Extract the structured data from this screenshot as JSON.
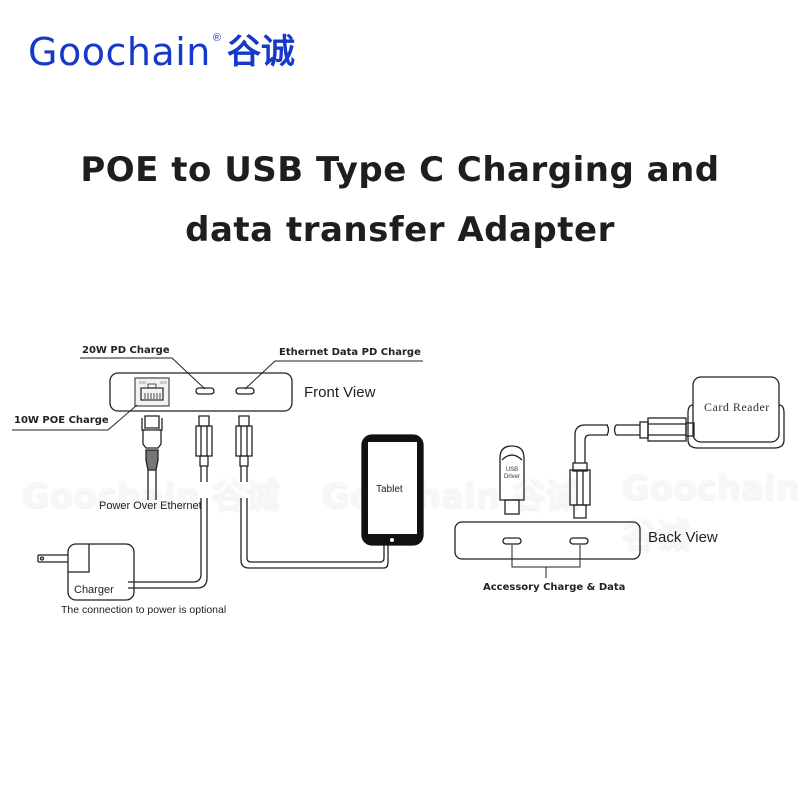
{
  "brand": {
    "name": "Goochain",
    "registered": "®",
    "chinese_name": "谷诚",
    "color": "#1639c9"
  },
  "title": {
    "line1": "POE to USB Type C Charging and",
    "line2": "data transfer Adapter"
  },
  "watermark": {
    "text": "Goochain 谷诚"
  },
  "front_view": {
    "label": "Front View",
    "callouts": {
      "pd_charge": "20W PD Charge",
      "ethernet_data": "Ethernet  Data  PD Charge",
      "poe_charge": "10W POE Charge"
    },
    "power_over_ethernet": "Power Over Ethernet",
    "charger": "Charger",
    "optional_note": "The connection to power is optional",
    "tablet": "Tablet"
  },
  "back_view": {
    "label": "Back View",
    "accessory": "Accessory Charge & Data",
    "usb_driver_line1": "USB",
    "usb_driver_line2": "Driver",
    "card_reader": "Card Reader"
  }
}
